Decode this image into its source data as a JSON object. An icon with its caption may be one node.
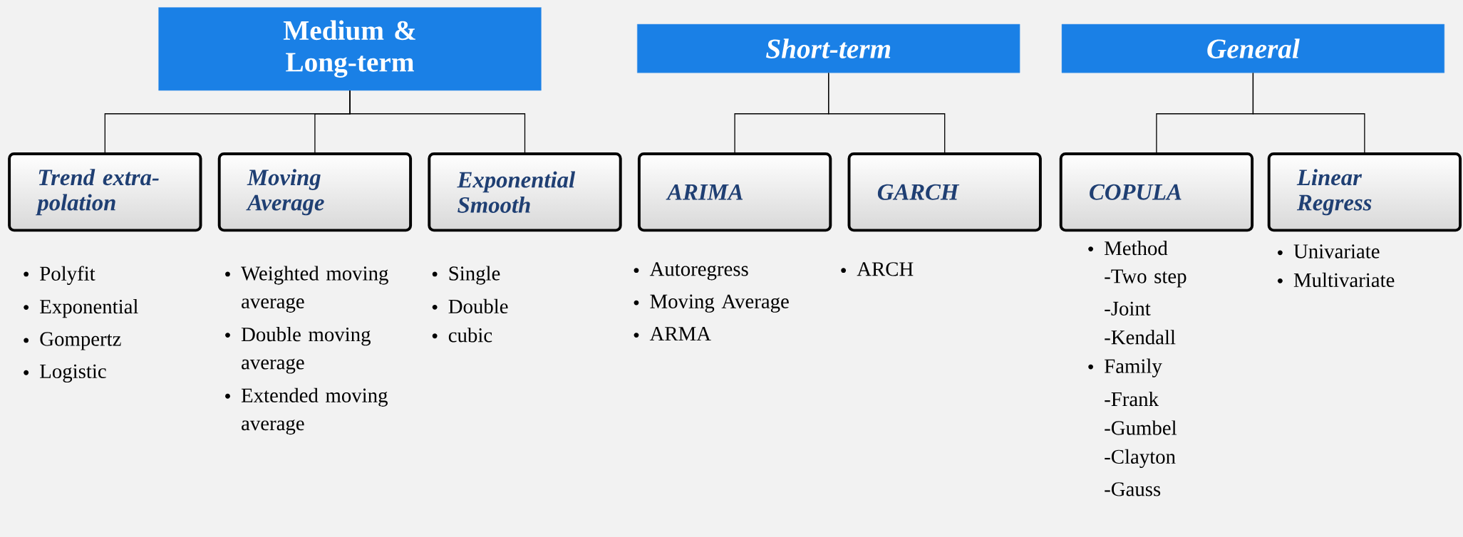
{
  "diagram": {
    "nodes": [
      {
        "text": [
          "Medium & Long-term"
        ]
      },
      {
        "text": [
          "Short-term"
        ]
      },
      {
        "text": [
          "General"
        ]
      },
      {
        "text": [
          "Trend extra-polation"
        ],
        "beside": [
          "Polyfit",
          "Exponential",
          "Gompertz",
          "Logistic"
        ]
      },
      {
        "text": [
          "Moving Average"
        ],
        "beside": [
          "Weighted moving average",
          "Double moving average",
          "Extended moving average"
        ]
      },
      {
        "text": [
          "Exponential Smooth"
        ],
        "beside": [
          "Single",
          "Double",
          "cubic"
        ]
      },
      {
        "text": [
          "ARIMA"
        ],
        "beside": [
          "Autoregress",
          "Moving Average",
          "ARMA"
        ]
      },
      {
        "text": [
          "GARCH"
        ],
        "beside": [
          "ARCH"
        ]
      },
      {
        "text": [
          "COPULA"
        ],
        "beside": [
          "Method",
          "-Two step",
          "-Joint",
          "-Kendall",
          "Family",
          "-Frank",
          "-Gumbel",
          "-Clayton",
          "-Gauss"
        ]
      },
      {
        "text": [
          "Linear Regress"
        ],
        "beside": [
          "Univariate",
          "Multivariate"
        ]
      }
    ],
    "edges": [
      {
        "from": 0,
        "to": 3,
        "arrow": "none"
      },
      {
        "from": 0,
        "to": 4,
        "arrow": "none"
      },
      {
        "from": 0,
        "to": 5,
        "arrow": "none"
      },
      {
        "from": 1,
        "to": 6,
        "arrow": "none"
      },
      {
        "from": 1,
        "to": 7,
        "arrow": "none"
      },
      {
        "from": 2,
        "to": 8,
        "arrow": "none"
      },
      {
        "from": 2,
        "to": 9,
        "arrow": "none"
      }
    ]
  }
}
